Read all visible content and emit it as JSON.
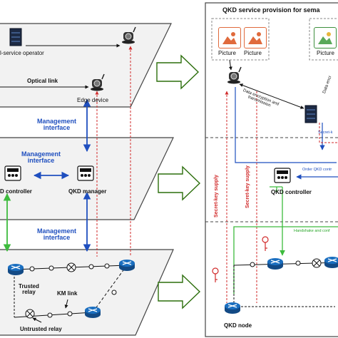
{
  "left_panel": {
    "layer_service": {
      "service_operator_label": "l-service operator",
      "optical_link_label": "Optical link",
      "edge_device_label": "Edge device"
    },
    "layer_control": {
      "mgmt_interface_top": "Management\ninterface",
      "mgmt_interface_mid": "Management\ninterface",
      "qkd_controller_label": "D controller",
      "qkd_manager_label": "QKD manager",
      "mgmt_interface_bottom": "Management\ninterface"
    },
    "layer_qkd": {
      "trusted_relay_label": "Trusted\nrelay",
      "km_link_label": "KM link",
      "untrusted_relay_label": "Untrusted relay"
    }
  },
  "right_panel": {
    "title": "QKD service provision for sema",
    "picture_labels": [
      "Picture",
      "Picture",
      "Picture"
    ],
    "data_encryption_label": "Data encryption and\ntransmission",
    "data_enc_partial": "Data encr",
    "secret_key_partial": "Secret-k",
    "secret_key_supply_1": "Secret-key supply",
    "secret_key_supply_2": "Secret-key supply",
    "order_qkd_label": "Order QKD contr",
    "qkd_controller_label": "QKD controller",
    "handshake_label": "Handshake and conf",
    "qkd_node_label": "QKD node"
  },
  "colors": {
    "plane_fill": "#f2f2f2",
    "plane_stroke": "#444444",
    "arrow_fill": "#ffffff",
    "arrow_stroke": "#2c6e0c",
    "blue_arrow": "#1f4fbf",
    "red_dashed": "#d12a2a",
    "green_arrow": "#3dbb3d",
    "picture_orange": "#e06a3c",
    "router_blue": "#1b5fa6"
  }
}
